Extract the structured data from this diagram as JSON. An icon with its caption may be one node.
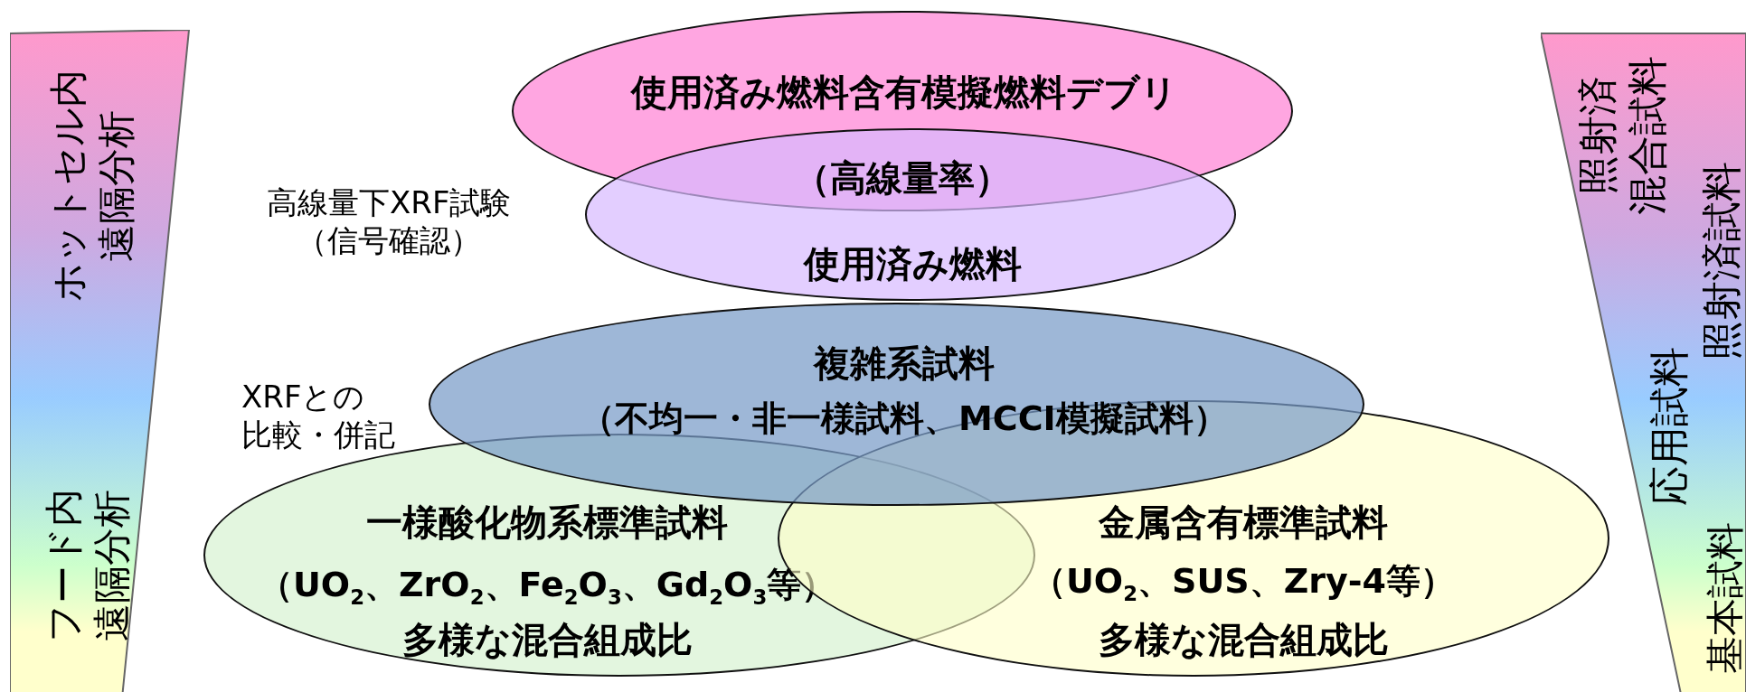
{
  "diagram": {
    "nodes": [
      {
        "text": [
          "ホットセル内遠隔分析",
          "フード内遠隔分析"
        ]
      },
      {
        "text": [
          "照射済混合試料",
          "照射済試料",
          "応用試料",
          "基本試料"
        ]
      },
      {
        "text": [
          "使用済み燃料含有模擬燃料デブリ"
        ]
      },
      {
        "text": [
          "使用済み燃料"
        ]
      },
      {
        "text": [
          "複雑系試料",
          "（不均一・非一様試料、MCCI模擬試料）"
        ]
      },
      {
        "text": [
          "一様酸化物系標準試料",
          "（UO$_{2}$、ZrO$_{2}$、Fe$_{2}$O$_{3}$、Gd$_{2}$O$_{3}$等）",
          "多様な混合組成比"
        ]
      },
      {
        "text": [
          "金属含有標準試料",
          "（UO$_{2}$、SUS、Zry-4等）",
          "多様な混合組成比"
        ]
      }
    ],
    "edges": [],
    "labels": [
      "高線量下XRF試験（信号確認）",
      "（高線量率）",
      "XRFとの比較・併記"
    ]
  }
}
